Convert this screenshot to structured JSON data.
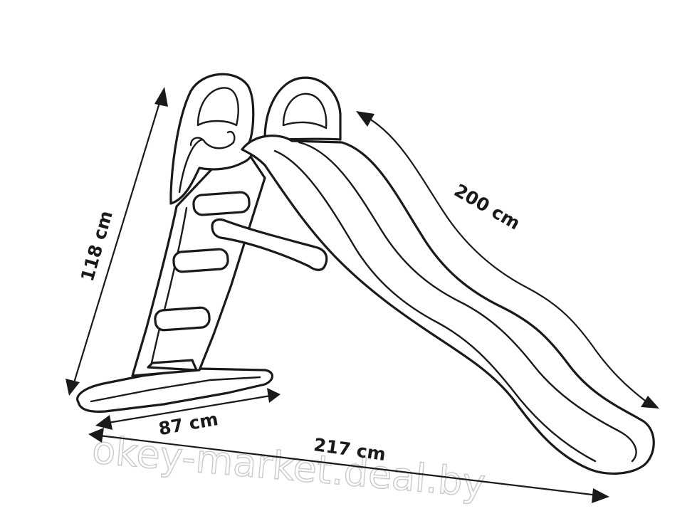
{
  "dimensions": {
    "height": "118 cm",
    "slide_length": "200 cm",
    "base_width": "87 cm",
    "total_length": "217 cm"
  },
  "watermark": "okey-market.deal.by",
  "colors": {
    "outline": "#1a1a1a",
    "background": "#ffffff",
    "watermark": "#c9c9c9"
  }
}
